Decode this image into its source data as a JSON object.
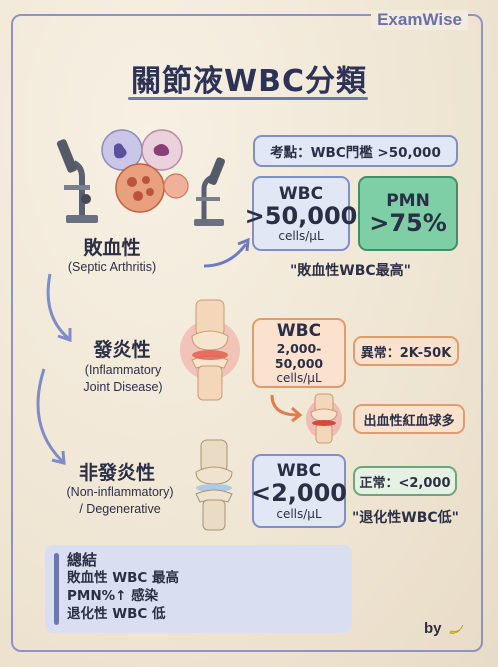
{
  "brand": "ExamWise",
  "title": "關節液WBC分類",
  "septic": {
    "label_zh": "敗血性",
    "label_en": "(Septic Arthritis)",
    "exam_point": "考點：WBC門檻 >50,000",
    "wbc_caption": "WBC",
    "wbc_value": ">50,000",
    "wbc_unit": "cells/μL",
    "pmn_caption": "PMN",
    "pmn_value": ">75%",
    "note": "\"敗血性WBC最高\""
  },
  "inflammatory": {
    "label_zh": "發炎性",
    "label_en_1": "(Inflammatory",
    "label_en_2": "Joint Disease)",
    "wbc_caption": "WBC",
    "wbc_value": "2,000-50,000",
    "wbc_unit": "cells/μL",
    "abnormal": "異常：2K-50K",
    "hemorrhagic": "出血性紅血球多"
  },
  "noninflammatory": {
    "label_zh": "非發炎性",
    "label_en_1": "(Non-inflammatory)",
    "label_en_2": "/ Degenerative",
    "wbc_caption": "WBC",
    "wbc_value": "<2,000",
    "wbc_unit": "cells/μL",
    "normal": "正常：<2,000",
    "note": "\"退化性WBC低\""
  },
  "summary": {
    "heading": "總結",
    "line1": "敗血性 WBC 最高",
    "line2": "PMN%↑ 感染",
    "line3": "退化性 WBC 低"
  },
  "byline": "by",
  "colors": {
    "accent": "#7e8fcb",
    "green": "#7fcfa6",
    "orange": "#fbe2cf",
    "frame": "#8d93c4"
  }
}
